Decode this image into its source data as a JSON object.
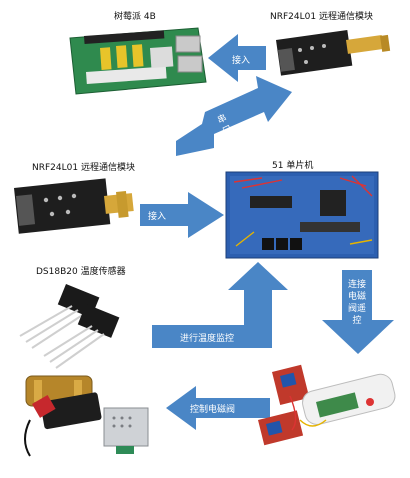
{
  "nodes": {
    "raspberry_pi": "树莓派 4B",
    "nrf_top": "NRF24L01 远程通信模块",
    "nrf_left": "NRF24L01 远程通信模块",
    "mcu51": "51 单片机",
    "ds18b20": "DS18B20 温度传感器"
  },
  "arrows": {
    "insert_top": "接入",
    "serial": "串口通信",
    "insert_left": "接入",
    "connect_valve": "连接电磁阀遥控",
    "temp_monitor": "进行温度监控",
    "control_valve": "控制电磁阀"
  },
  "colors": {
    "arrow": "#4a86c6",
    "board_green": "#2f8a4e",
    "board_blue": "#2c5fb0",
    "module_black": "#1e1e1e"
  }
}
